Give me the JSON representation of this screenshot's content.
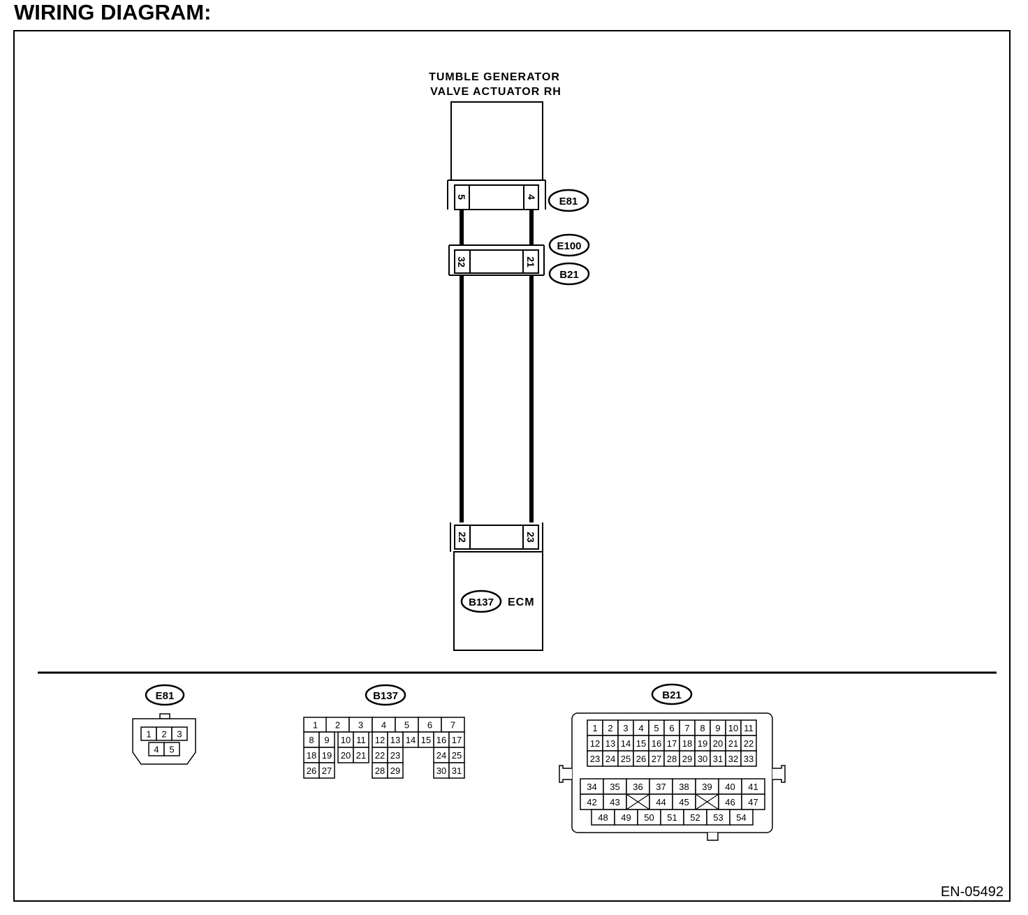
{
  "title": "WIRING DIAGRAM:",
  "figure_code": "EN-05492",
  "actuator": {
    "label_line1": "TUMBLE GENERATOR",
    "label_line2": "VALVE ACTUATOR RH",
    "connector": "E81",
    "pin_left": "5",
    "pin_right": "4"
  },
  "joint_connector": {
    "codes": [
      "E100",
      "B21"
    ],
    "pin_left": "32",
    "pin_right": "21"
  },
  "ecm": {
    "label": "ECM",
    "connector": "B137",
    "pin_left": "22",
    "pin_right": "23"
  },
  "connector_views": {
    "E81": {
      "code": "E81",
      "rows": [
        [
          "1",
          "2",
          "3"
        ],
        [
          "4",
          "5"
        ]
      ]
    },
    "B137": {
      "code": "B137",
      "rows": [
        [
          "1",
          "2",
          "3",
          "4",
          "5",
          "6",
          "7"
        ],
        [
          "8",
          "9",
          "10",
          "11",
          "12",
          "13",
          "14",
          "15",
          "16",
          "17"
        ],
        [
          "18",
          "19",
          "20",
          "21",
          "22",
          "23",
          "24",
          "25"
        ],
        [
          "26",
          "27",
          "28",
          "29",
          "30",
          "31"
        ]
      ]
    },
    "B21": {
      "code": "B21",
      "rows": [
        [
          "1",
          "2",
          "3",
          "4",
          "5",
          "6",
          "7",
          "8",
          "9",
          "10",
          "11"
        ],
        [
          "12",
          "13",
          "14",
          "15",
          "16",
          "17",
          "18",
          "19",
          "20",
          "21",
          "22"
        ],
        [
          "23",
          "24",
          "25",
          "26",
          "27",
          "28",
          "29",
          "30",
          "31",
          "32",
          "33"
        ],
        [
          "34",
          "35",
          "36",
          "37",
          "38",
          "39",
          "40",
          "41"
        ],
        [
          "42",
          "43",
          "",
          "44",
          "45",
          "",
          "46",
          "47"
        ],
        [
          "48",
          "49",
          "50",
          "51",
          "52",
          "53",
          "54"
        ]
      ]
    }
  }
}
